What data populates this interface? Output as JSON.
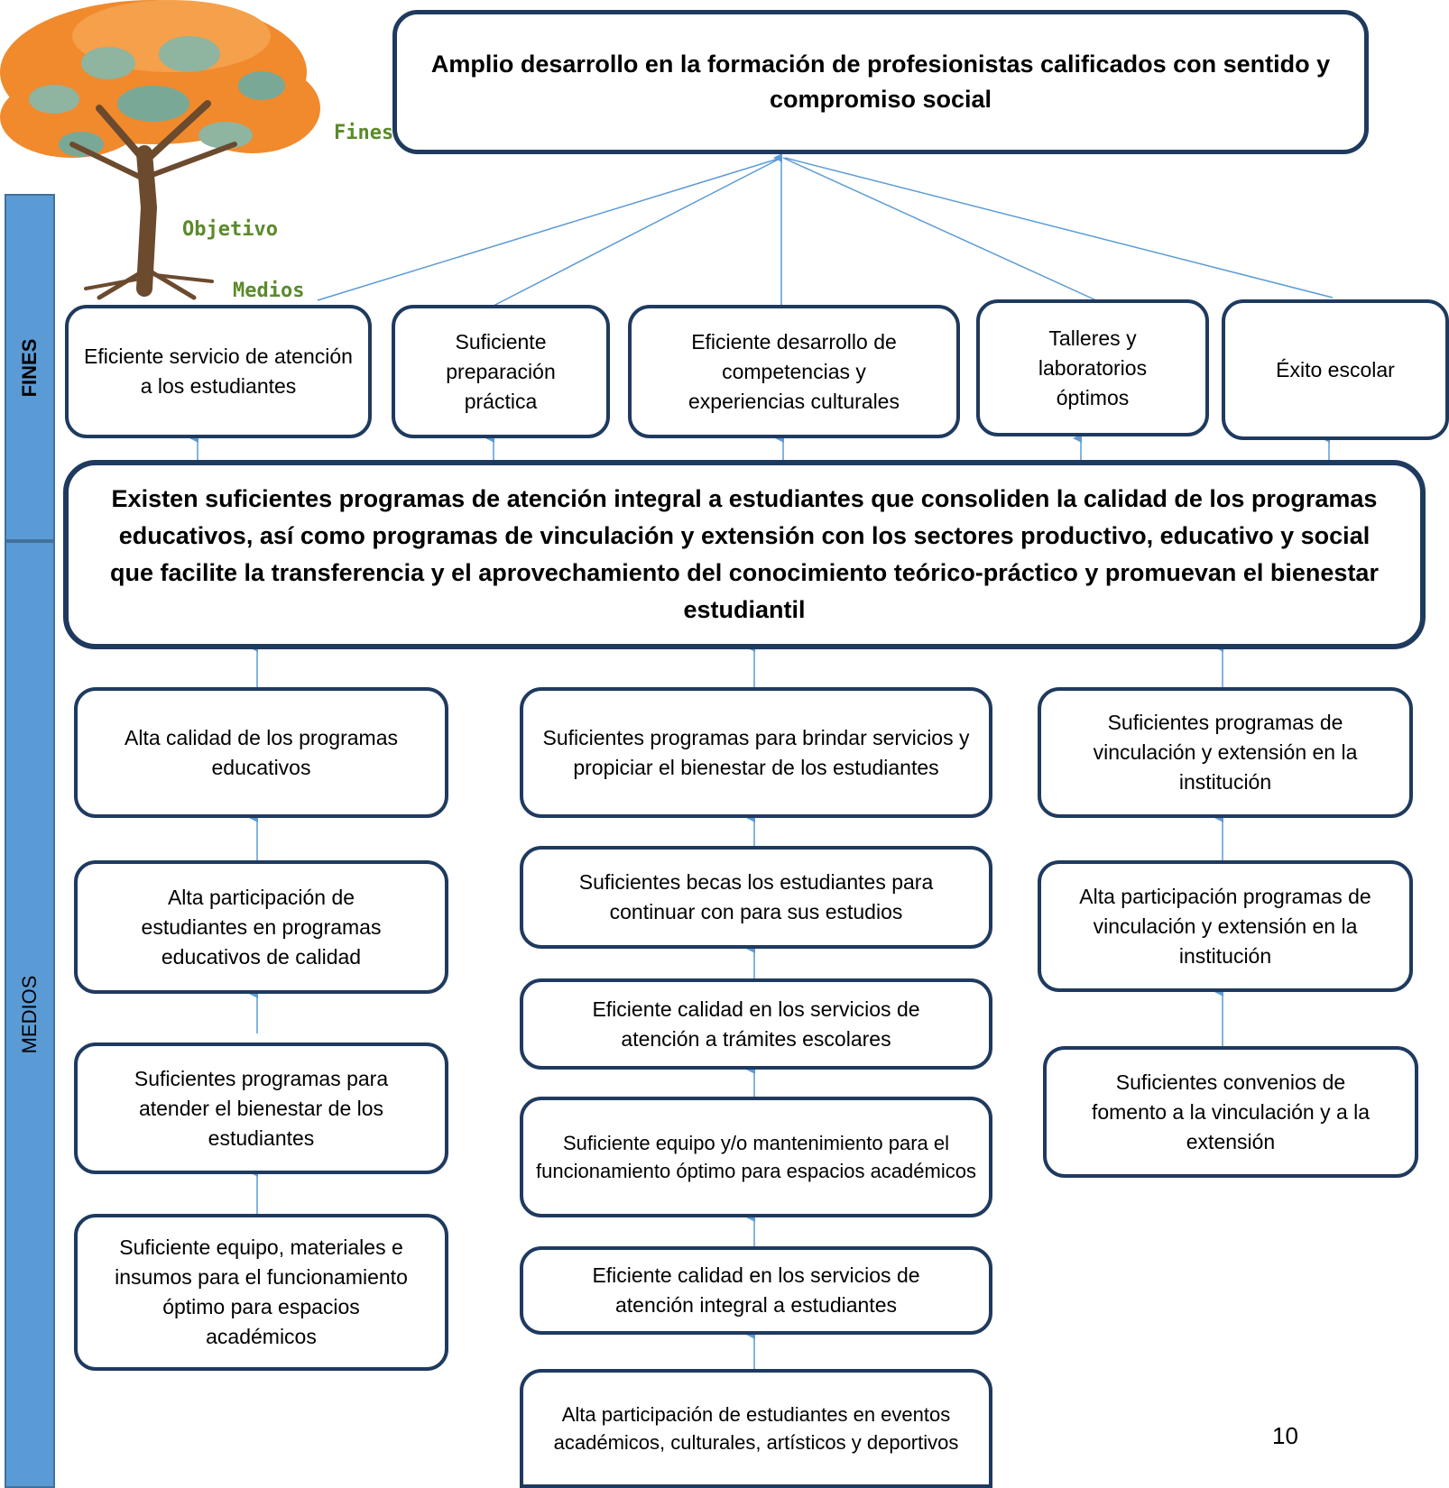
{
  "sidebar": {
    "fines": "FINES",
    "medios": "MEDIOS"
  },
  "tree": {
    "fines": "Fines",
    "objetivo": "Objetivo",
    "medios": "Medios"
  },
  "fin_general": "Amplio desarrollo en la formación de profesionistas calificados con sentido y compromiso social",
  "fines": [
    "Eficiente servicio de atención a los estudiantes",
    "Suficiente preparación práctica",
    "Eficiente desarrollo de competencias y experiencias culturales",
    "Talleres y laboratorios óptimos",
    "Éxito escolar"
  ],
  "objetivo": "Existen suficientes programas de atención integral a estudiantes que consoliden la calidad de los programas educativos, así como programas de vinculación y extensión con los sectores productivo, educativo y social que facilite la transferencia y el aprovechamiento del conocimiento teórico-práctico y promuevan el bienestar estudiantil",
  "medios": {
    "col1": [
      "Alta calidad de los programas educativos",
      "Alta participación de estudiantes en programas educativos de calidad",
      "Suficientes programas para atender el bienestar de los estudiantes",
      "Suficiente equipo, materiales e insumos para el funcionamiento óptimo para espacios académicos"
    ],
    "col2": [
      "Suficientes programas para brindar servicios y propiciar el bienestar de los estudiantes",
      "Suficientes becas los estudiantes para continuar con para sus estudios",
      "Eficiente calidad en los servicios de atención a trámites escolares",
      "Suficiente equipo y/o mantenimiento para el funcionamiento óptimo para espacios académicos",
      "Eficiente calidad en los servicios de atención integral a estudiantes",
      "Alta participación de estudiantes en eventos académicos, culturales, artísticos y deportivos"
    ],
    "col3": [
      "Suficientes programas de vinculación y extensión en la institución",
      "Alta participación programas de vinculación y extensión en la institución",
      "Suficientes convenios de fomento a la vinculación y a la extensión"
    ]
  },
  "page_number": "10",
  "colors": {
    "box_border": "#1f3a5f",
    "arrow": "#5b9bd5",
    "sidebar": "#5b9bd5",
    "tree_foliage": "#f08a2c",
    "tree_label": "#5a8a2a"
  }
}
